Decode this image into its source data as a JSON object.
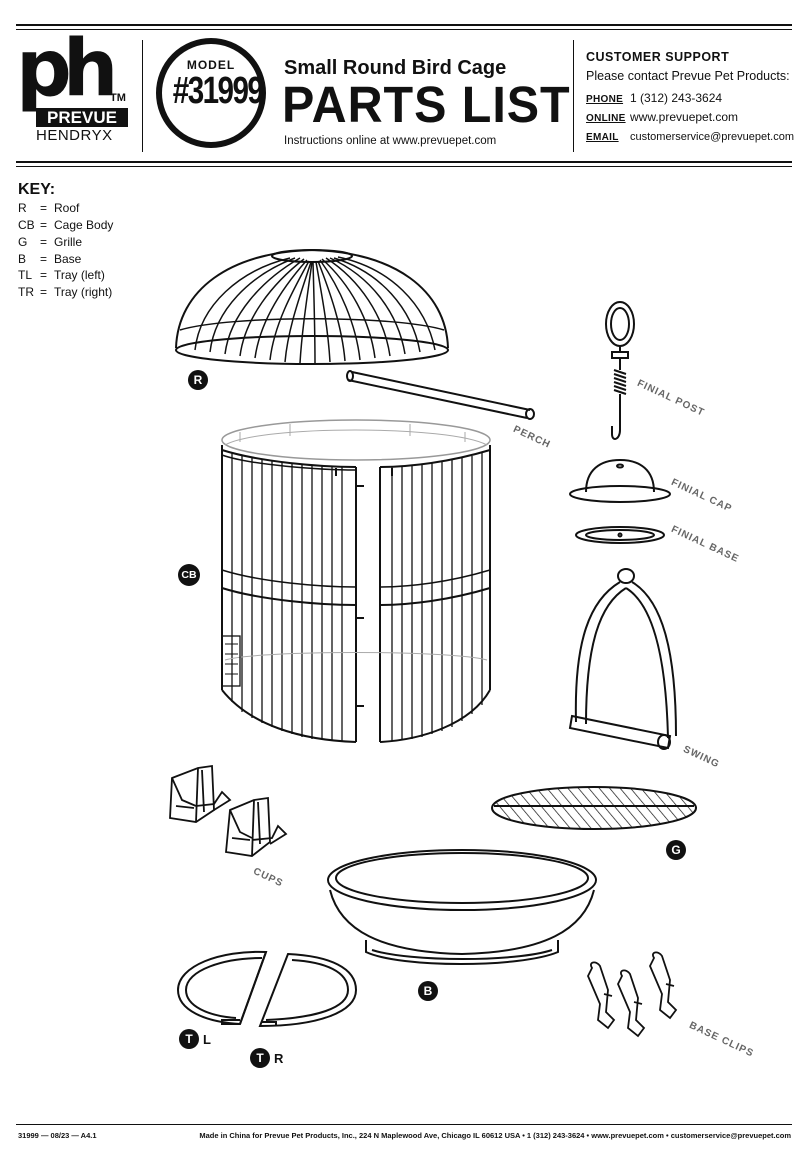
{
  "brand": {
    "logo_text": "ph",
    "tm": "TM",
    "line1": "PREVUE",
    "line2": "HENDRYX"
  },
  "model": {
    "label": "MODEL",
    "number": "#31999"
  },
  "header": {
    "title_small": "Small Round Bird Cage",
    "title_big": "PARTS LIST",
    "instructions": "Instructions online at www.prevuepet.com"
  },
  "support": {
    "title": "CUSTOMER SUPPORT",
    "subtitle": "Please contact Prevue Pet Products:",
    "rows": [
      {
        "label": "PHONE",
        "value": "1 (312) 243-3624"
      },
      {
        "label": "ONLINE",
        "value": "www.prevuepet.com"
      },
      {
        "label": "EMAIL",
        "value": "customerservice@prevuepet.com"
      }
    ]
  },
  "key": {
    "title": "KEY:",
    "items": [
      {
        "code": "R",
        "eq": "=",
        "name": "Roof"
      },
      {
        "code": "CB",
        "eq": "=",
        "name": "Cage Body"
      },
      {
        "code": "G",
        "eq": "=",
        "name": "Grille"
      },
      {
        "code": "B",
        "eq": "=",
        "name": "Base"
      },
      {
        "code": "TL",
        "eq": "=",
        "name": "Tray (left)"
      },
      {
        "code": "TR",
        "eq": "=",
        "name": "Tray (right)"
      }
    ]
  },
  "parts": {
    "r": "R",
    "cb": "CB",
    "g": "G",
    "b": "B",
    "t": "T",
    "tl_side": "L",
    "tr_side": "R",
    "perch": "PERCH",
    "finial_post": "FINIAL POST",
    "finial_cap": "FINIAL CAP",
    "finial_base": "FINIAL BASE",
    "swing": "SWING",
    "cups": "CUPS",
    "base_clips": "BASE CLIPS"
  },
  "footer": {
    "left": "31999 — 08/23 — A4.1",
    "right": "Made in China for Prevue Pet Products, Inc., 224 N Maplewood Ave, Chicago IL  60612  USA • 1 (312) 243-3624 • www.prevuepet.com • customerservice@prevuepet.com"
  }
}
